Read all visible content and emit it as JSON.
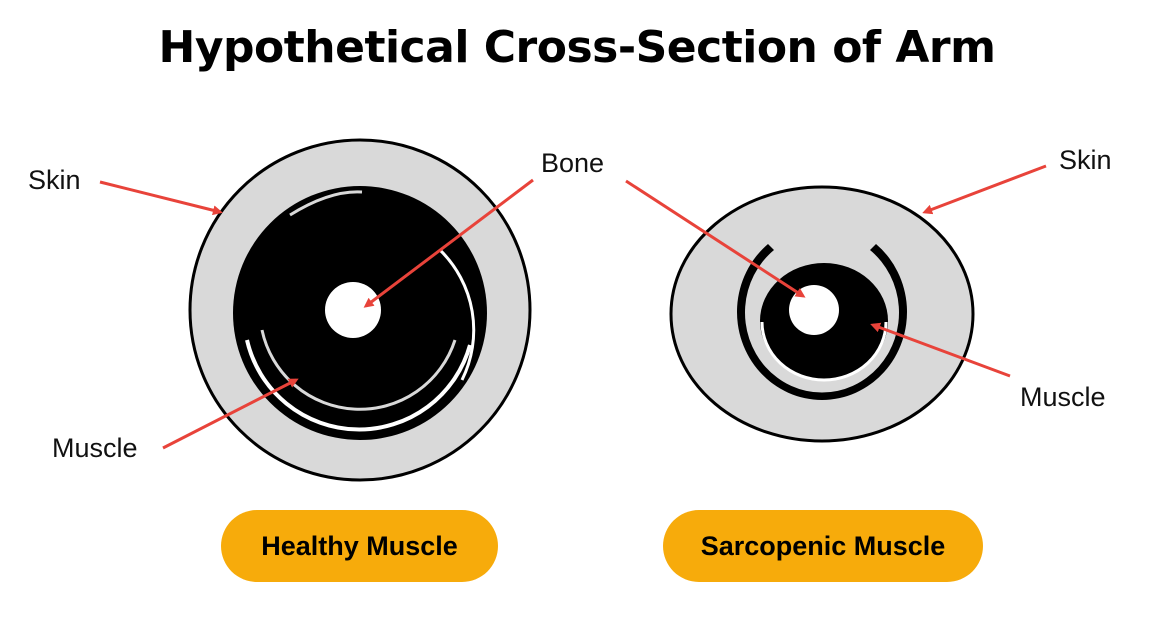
{
  "title": "Hypothetical Cross-Section of Arm",
  "colors": {
    "skin_fill": "#d9d9d9",
    "muscle": "#000000",
    "bone": "#ffffff",
    "arrow": "#e8433a",
    "pill": "#f7ab0b"
  },
  "healthy": {
    "skin_label": "Skin",
    "bone_label": "Bone",
    "muscle_label": "Muscle",
    "pill_label": "Healthy Muscle"
  },
  "sarcopenic": {
    "skin_label": "Skin",
    "muscle_label": "Muscle",
    "pill_label": "Sarcopenic Muscle"
  }
}
